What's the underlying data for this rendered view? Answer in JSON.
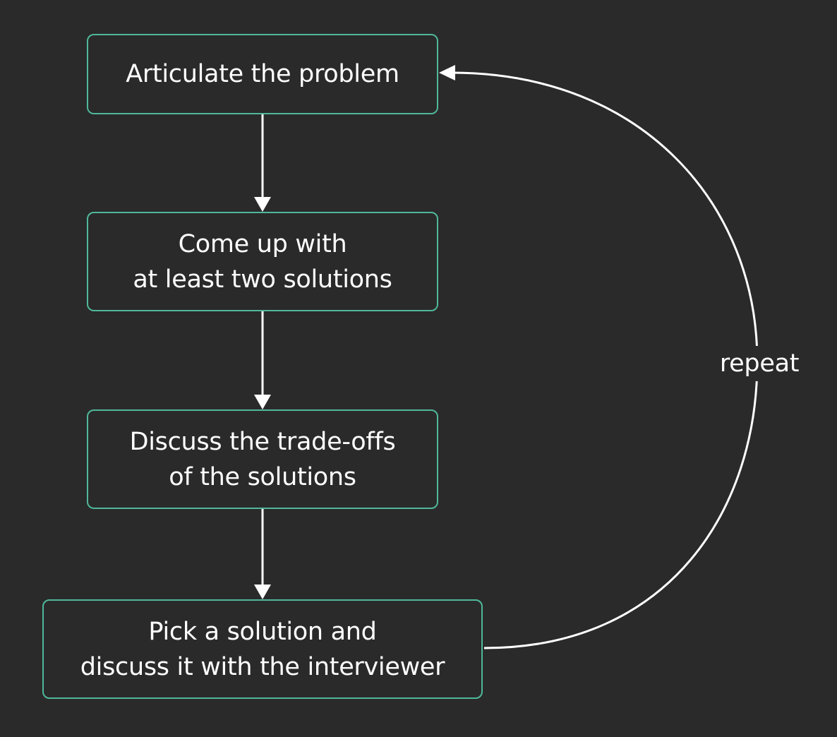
{
  "diagram": {
    "steps": [
      {
        "lines": [
          "Articulate the problem"
        ]
      },
      {
        "lines": [
          "Come up with",
          "at least two solutions"
        ]
      },
      {
        "lines": [
          "Discuss the trade-offs",
          "of the solutions"
        ]
      },
      {
        "lines": [
          "Pick a solution and",
          "discuss it with the interviewer"
        ]
      }
    ],
    "loop_label": "repeat"
  },
  "colors": {
    "background": "#2a2a2a",
    "box_border": "#4fb89a",
    "text": "#ffffff",
    "arrow": "#ffffff"
  }
}
